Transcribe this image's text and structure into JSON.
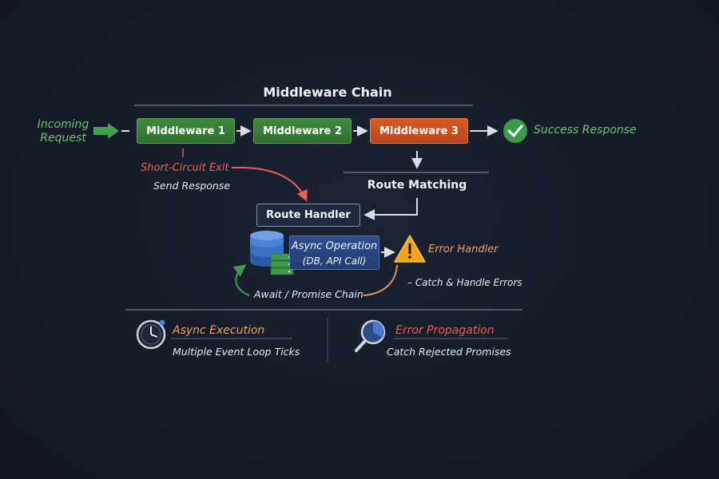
{
  "diagram": {
    "title": "Middleware Chain",
    "incoming": [
      "Incoming",
      "Request"
    ],
    "middleware": [
      "Middleware 1",
      "Middleware 2",
      "Middleware 3"
    ],
    "success": "Success Response",
    "short_circuit": {
      "title": "Short-Circuit Exit",
      "subtitle": "Send Response"
    },
    "route_matching": "Route Matching",
    "route_handler": "Route Handler",
    "async_op": {
      "line1": "Async Operation",
      "line2": "(DB, API Call)"
    },
    "error_handler": "Error Handler",
    "await_chain": "Await / Promise Chain",
    "catch_errors": "– Catch & Handle Errors",
    "bottom": [
      {
        "title": "Async Execution",
        "subtitle": "Multiple Event Loop Ticks",
        "icon": "clock-icon"
      },
      {
        "title": "Error Propagation",
        "subtitle": "Catch Rejected Promises",
        "icon": "magnifier-icon"
      }
    ],
    "colors": {
      "green": "#3f8a3f",
      "orange": "#d85a24",
      "navy": "#1f2a40",
      "async_blue": "#2c4e8c",
      "red_label": "#ef5f55",
      "orange_label": "#f0a05c",
      "warning": "#f2a21b"
    }
  }
}
